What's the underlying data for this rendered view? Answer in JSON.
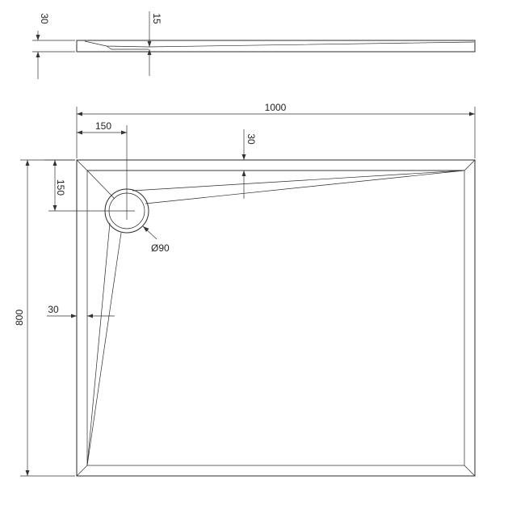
{
  "labels": {
    "side_height": "30",
    "side_drain": "15",
    "width": "1000",
    "drain_offset_x": "150",
    "drain_offset_y": "150",
    "rim_depth": "30",
    "left_rim": "30",
    "length": "800",
    "drain_diameter": "Ø90"
  },
  "colors": {
    "line": "#2b2b2b",
    "text": "#222222",
    "background": "#ffffff"
  }
}
